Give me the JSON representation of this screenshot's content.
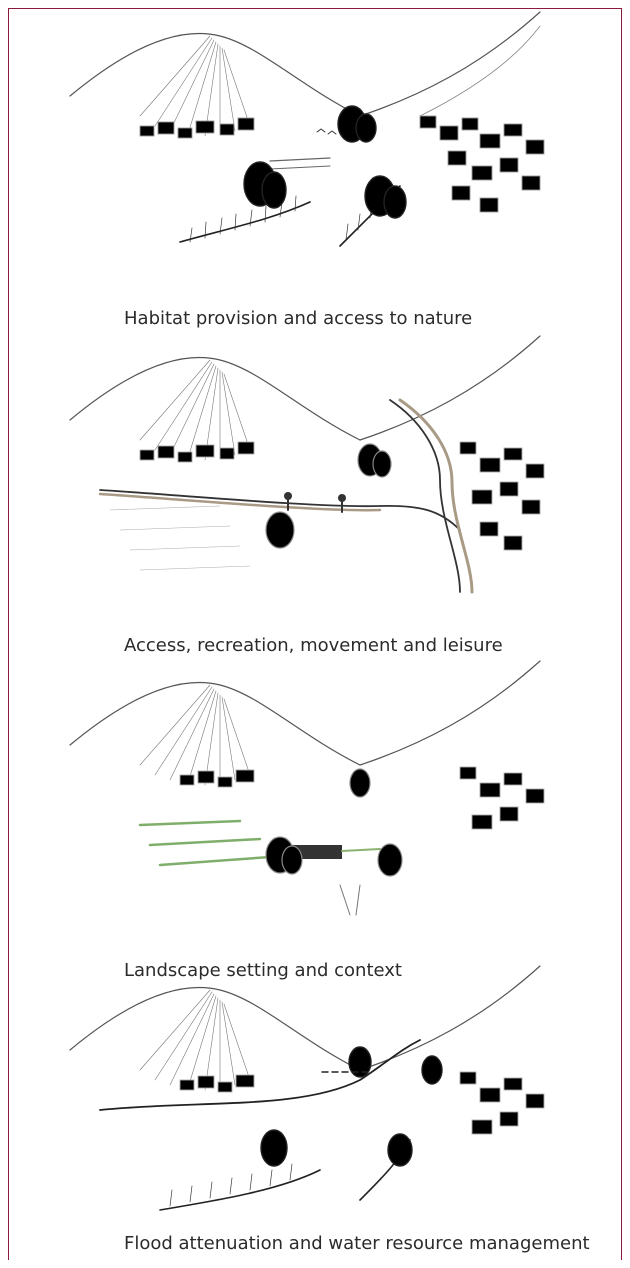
{
  "panels": [
    {
      "caption": "Habitat provision and access to nature",
      "theme": "habitat",
      "accent": "#a9d3c9"
    },
    {
      "caption": "Access, recreation, movement and leisure",
      "theme": "access",
      "accent": "#a99a86"
    },
    {
      "caption": "Landscape setting and context",
      "theme": "landscape",
      "accent": "#cfe0b8"
    },
    {
      "caption": "Flood attenuation and water resource management",
      "theme": "flood",
      "accent": "#cdd9a8"
    }
  ],
  "frame_color": "#8c1a3a"
}
